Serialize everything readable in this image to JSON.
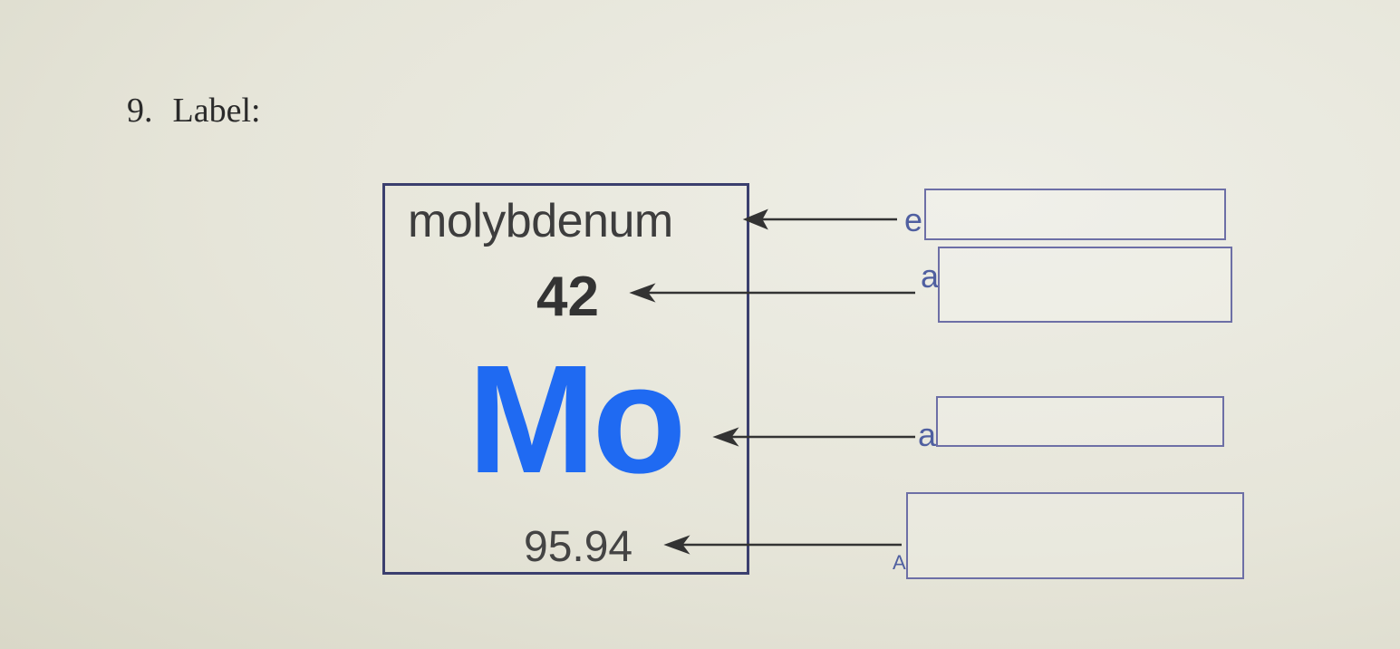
{
  "question": {
    "number": "9.",
    "prompt": "Label:"
  },
  "element": {
    "name": "molybdenum",
    "atomic_number": "42",
    "symbol": "Mo",
    "atomic_mass": "95.94"
  },
  "answer_boxes": [
    {
      "target": "name",
      "hint": "e",
      "value": ""
    },
    {
      "target": "atomic_number",
      "hint": "a",
      "value": ""
    },
    {
      "target": "symbol",
      "hint": "a",
      "value": ""
    },
    {
      "target": "atomic_mass",
      "hint": "A",
      "value": ""
    }
  ],
  "colors": {
    "symbol": "#1f6af2",
    "border": "#3b3f6e",
    "box_border": "#6d6fa6"
  }
}
